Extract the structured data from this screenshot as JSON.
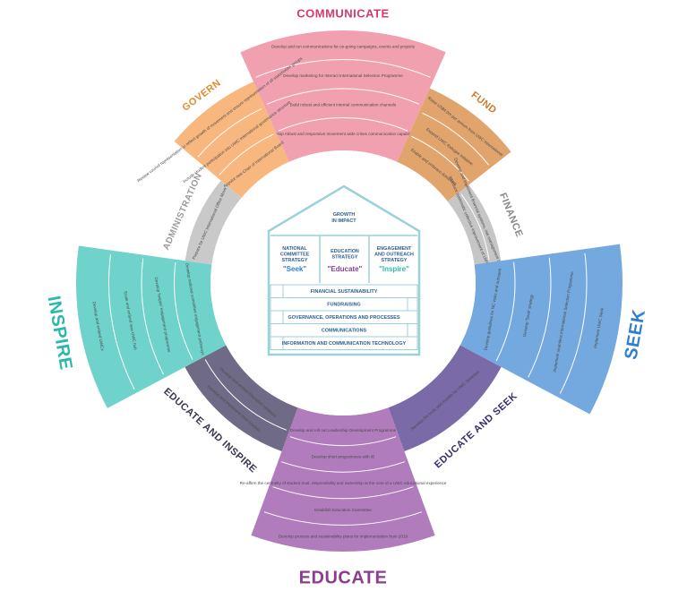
{
  "titles": {
    "communicate": "COMMUNICATE",
    "fund": "FUND",
    "finance": "FINANCE",
    "seek": "SEEK",
    "educate_and_seek": "EDUCATE AND SEEK",
    "educate": "EDUCATE",
    "educate_and_inspire": "EDUCATE AND INSPIRE",
    "inspire": "INSPIRE",
    "administration": "ADMINISTRATION",
    "govern": "GOVERN"
  },
  "colors": {
    "communicate": "#f1a0b0",
    "communicate_title": "#d63a6a",
    "fund": "#e1a46d",
    "fund_title": "#d07a2c",
    "finance": "#c6c6c6",
    "finance_title": "#8a8a8a",
    "seek": "#73a9df",
    "seek_title": "#2f7fcf",
    "educate_and_seek": "#7a6aa8",
    "educate_and_seek_title": "#3b2d6e",
    "educate": "#b07cbc",
    "educate_title": "#8b3d8f",
    "educate_and_inspire": "#6f6a85",
    "educate_and_inspire_title": "#3a3450",
    "inspire": "#6fd3cc",
    "inspire_title": "#2cb8ad",
    "administration": "#c9c9c9",
    "administration_title": "#9a9a9a",
    "govern": "#f8b77f",
    "govern_title": "#e08a2f",
    "house": "#9bd0dc",
    "house_text": "#2c5d8f"
  },
  "communicate_items": [
    "Develop and run communications for on-going campaigns, events and projects",
    "Develop marketing for Interact International Selection Programme",
    "Build robust and efficient internal communication channels",
    "Develop robust and responsive movement wide crises communication capabilities"
  ],
  "fund_items": [
    "Raise US$4.0m per annum from UWC International",
    "Expand UWC Refugee Initiative",
    "Enable and embrace donations"
  ],
  "finance_items": [
    "Develop and implement financial systems, risk management and transparency",
    "Introduce systematic collective improvement of UWC finances"
  ],
  "seek_items": [
    "Implement UWC Seek",
    "Implement seamless International Selection Programme",
    "Develop 'Seek' strategy",
    "Develop guidelines for NC visits and outreach"
  ],
  "educate_and_seek_items": [
    "Develop the tools and models for UWC Selection"
  ],
  "educate_items": [
    "Develop process and sustainability plans for implementation from 2019",
    "Establish Education Committee",
    "Re-affirm the centrality of student trust, responsibility and ownership at the core of a UWC educational experience",
    "Develop short programmes with IB",
    "Develop and roll out Leadership Development Programme"
  ],
  "educate_and_inspire_items": [
    "Develop and implement short courses",
    "Develop and embed Education networks"
  ],
  "inspire_items": [
    "Develop and embed UWCx",
    "Scale and embed new UWC hub",
    "Develop 'Inspire' engagement programme",
    "Develop national committee engagement pathways"
  ],
  "administration_items": [
    "Prepare for UWC International Office Move"
  ],
  "govern_items": [
    "Review council representation to reflect growth of movement and ensure representation of all stakeholder groups",
    "Include student participation into UWC International governance structure",
    "Appoint new Chair of International Board"
  ],
  "house": {
    "roof": "GROWTH IN IMPACT",
    "col1_title": "NATIONAL COMMITTEE STRATEGY",
    "col1_quote": "\"Seek\"",
    "col2_title": "EDUCATION STRATEGY",
    "col2_quote": "\"Educate\"",
    "col3_title": "ENGAGEMENT AND OUTREACH STRATEGY",
    "col3_quote": "\"Inspire\"",
    "bricks": [
      "FINANCIAL SUSTAINABILITY",
      "FUNDRAISING",
      "GOVERNANCE, OPERATIONS AND PROCESSES",
      "COMMUNICATIONS",
      "INFORMATION AND COMMUNICATION TECHNOLOGY"
    ]
  }
}
